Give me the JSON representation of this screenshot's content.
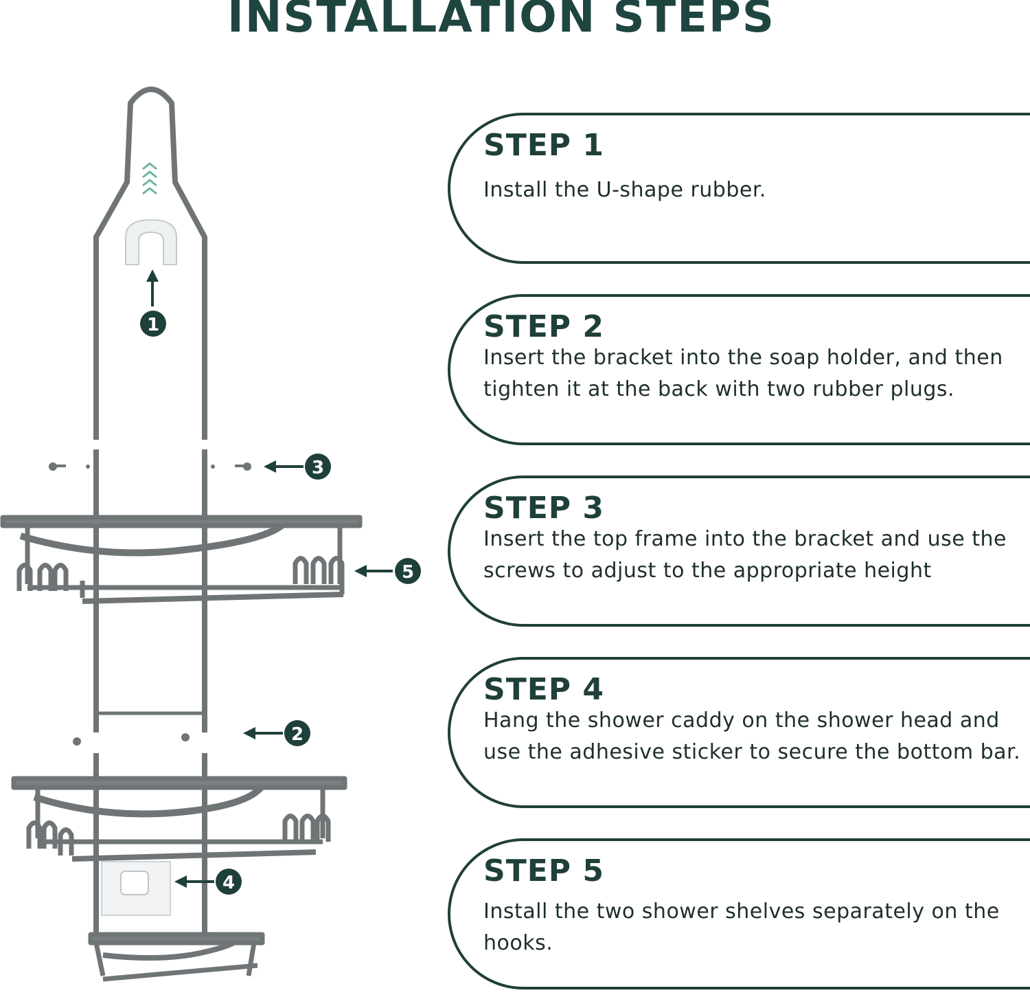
{
  "title": "INSTALLATION STEPS",
  "callouts": [
    "1",
    "2",
    "3",
    "4",
    "5"
  ],
  "steps": [
    {
      "label": "STEP 1",
      "text": "Install the U-shape rubber."
    },
    {
      "label": "STEP 2",
      "text": "Insert the bracket into the soap holder, and then tighten it at the back with two rubber plugs."
    },
    {
      "label": "STEP 3",
      "text": "Insert the top frame into the bracket and use the screws to adjust to the appropriate height"
    },
    {
      "label": "STEP 4",
      "text": "Hang the shower caddy on the shower head and use the adhesive sticker to secure the bottom bar."
    },
    {
      "label": "STEP 5",
      "text": "Install the two shower shelves separately on the hooks."
    }
  ],
  "colors": {
    "accent": "#1f4540",
    "frame": "#6f7476",
    "border": "#1f3f3a"
  },
  "icons": [
    "u-shape-rubber-icon",
    "chevron-up-icon",
    "arrow-left-icon",
    "arrow-up-icon",
    "adhesive-sticker-icon"
  ]
}
